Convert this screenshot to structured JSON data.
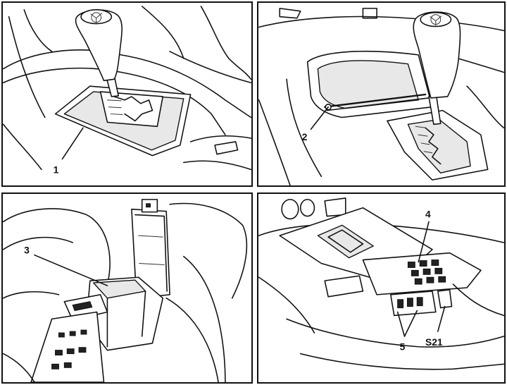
{
  "panels": [
    {
      "callouts": [
        "1"
      ]
    },
    {
      "callouts": [
        "2"
      ]
    },
    {
      "callouts": [
        "3"
      ]
    },
    {
      "callouts": [
        "4",
        "5",
        "S21"
      ]
    }
  ]
}
